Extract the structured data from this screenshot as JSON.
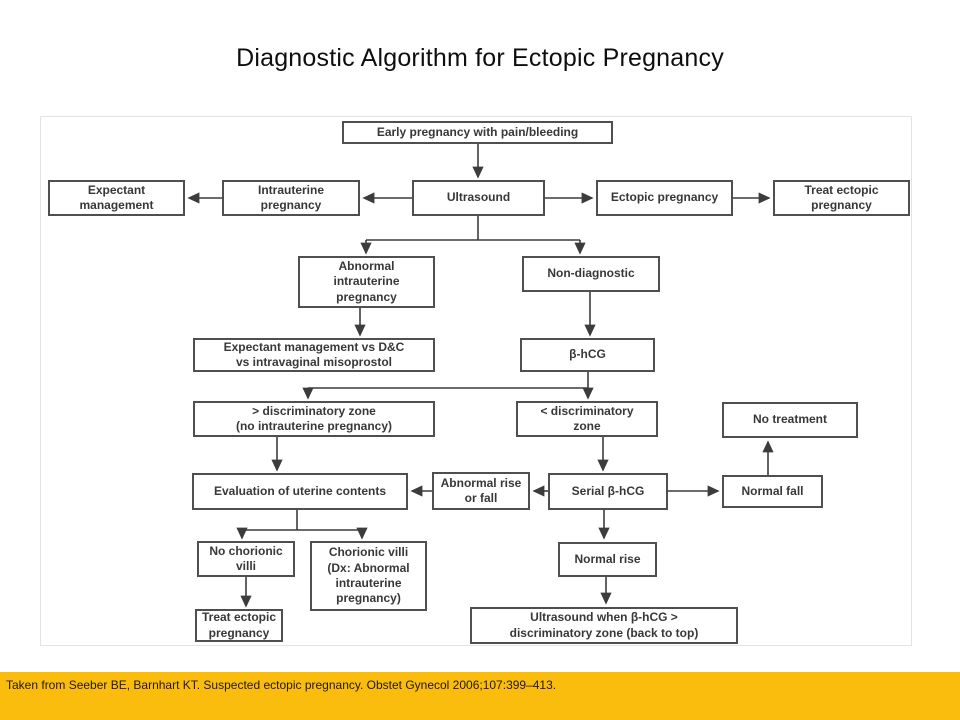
{
  "title": "Diagnostic Algorithm for Ectopic Pregnancy",
  "footer": {
    "citation": "Taken from Seeber BE, Barnhart KT. Suspected ectopic pregnancy. Obstet Gynecol 2006;107:399–413.",
    "bar_color": "#fbbd0d"
  },
  "flowchart": {
    "nodes": {
      "early": {
        "label": "Early pregnancy with pain/bleeding"
      },
      "expectant": {
        "label": "Expectant\nmanagement"
      },
      "intrauterine": {
        "label": "Intrauterine\npregnancy"
      },
      "ultrasound": {
        "label": "Ultrasound"
      },
      "ectopic": {
        "label": "Ectopic pregnancy"
      },
      "treat_top": {
        "label": "Treat ectopic\npregnancy"
      },
      "abnormal_iup": {
        "label": "Abnormal\nintrauterine\npregnancy"
      },
      "nondiagnostic": {
        "label": "Non-diagnostic"
      },
      "mgmt_options": {
        "label": "Expectant management vs D&C\nvs intravaginal misoprostol"
      },
      "bhcg": {
        "label": "β-hCG"
      },
      "above_zone": {
        "label": "> discriminatory zone\n(no intrauterine pregnancy)"
      },
      "below_zone": {
        "label": "< discriminatory\nzone"
      },
      "no_treatment": {
        "label": "No treatment"
      },
      "evaluation": {
        "label": "Evaluation of uterine contents"
      },
      "abnormal_rise": {
        "label": "Abnormal rise\nor fall"
      },
      "serial_bhcg": {
        "label": "Serial β-hCG"
      },
      "normal_fall": {
        "label": "Normal fall"
      },
      "no_villi": {
        "label": "No chorionic\nvilli"
      },
      "villi": {
        "label": "Chorionic villi\n(Dx: Abnormal\nintrauterine\npregnancy)"
      },
      "normal_rise": {
        "label": "Normal rise"
      },
      "treat_bottom": {
        "label": "Treat ectopic\npregnancy"
      },
      "us_repeat": {
        "label": "Ultrasound when β-hCG >\ndiscriminatory zone (back to top)"
      }
    }
  }
}
